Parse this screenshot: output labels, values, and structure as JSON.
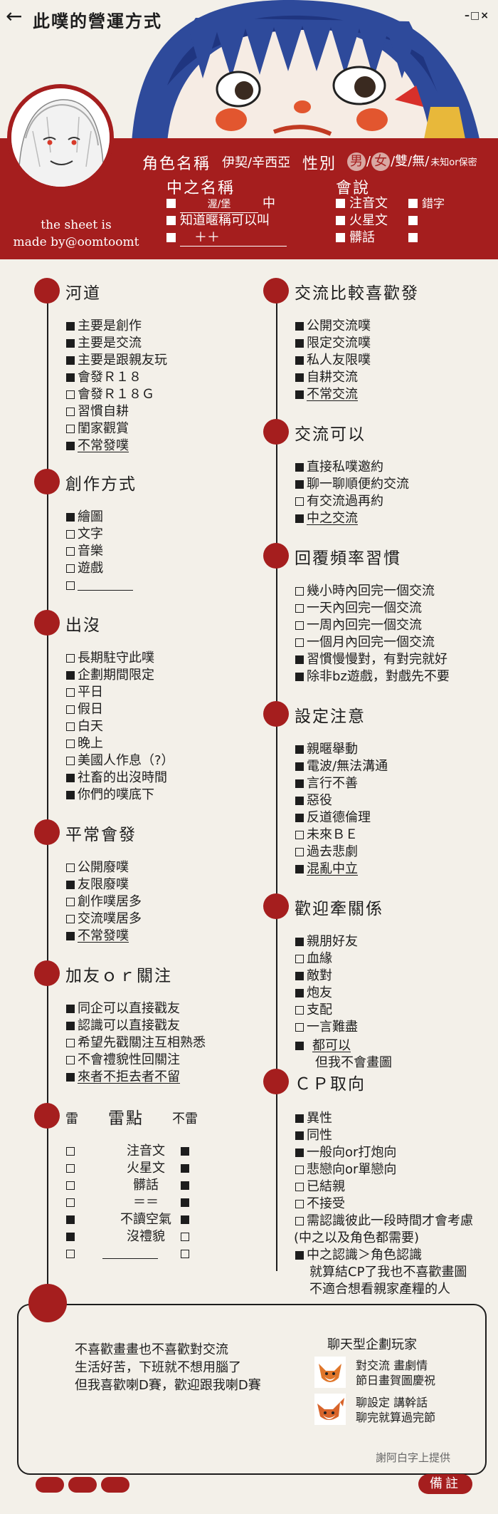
{
  "header": {
    "back": "←",
    "title": "此噗的營運方式",
    "window_controls": "–□×"
  },
  "profile": {
    "credit_line1": "the sheet is",
    "credit_line2": "made by@oomtoomt",
    "role_label": "角色名稱",
    "role_value": "伊契/辛西亞",
    "gender_label": "性別",
    "gender_options": [
      "男",
      "/",
      "女",
      "/雙/無/"
    ],
    "gender_small": "未知or保密",
    "zhong_label": "中之名稱",
    "zhong_name_value": "渥/堡",
    "zhong_suffix": "中",
    "zhong_nick": "知道暱稱可以叫",
    "zhong_plus": "＋＋",
    "speaks_label": "會說",
    "speaks": [
      "注音文",
      "火星文",
      "髒話"
    ],
    "typo_label": "錯字"
  },
  "sections": {
    "hedao": {
      "title": "河道",
      "items": [
        "主要是創作",
        "主要是交流",
        "主要是跟親友玩",
        "會發Ｒ１８",
        "會發Ｒ１８Ｇ",
        "習慣自耕",
        "閨家觀賞",
        "不常發噗"
      ]
    },
    "create": {
      "title": "創作方式",
      "items": [
        "繪圖",
        "文字",
        "音樂",
        "遊戲"
      ]
    },
    "appear": {
      "title": "出沒",
      "items": [
        "長期駐守此噗",
        "企劃期間限定",
        "平日",
        "假日",
        "白天",
        "晚上",
        "美國人作息（?）",
        "社畜的出沒時間",
        "你們的噗底下"
      ]
    },
    "post": {
      "title": "平常會發",
      "items": [
        "公開廢噗",
        "友限廢噗",
        "創作噗居多",
        "交流噗居多",
        "不常發噗"
      ]
    },
    "friend": {
      "title": "加友ｏｒ關注",
      "items": [
        "同企可以直接戳友",
        "認識可以直接戳友",
        "希望先戳關注互相熟悉",
        "不會禮貌性回關注",
        "來者不拒去者不留"
      ]
    },
    "lei": {
      "title": "雷點",
      "left": "雷",
      "right": "不雷",
      "items": [
        "注音文",
        "火星文",
        "髒話",
        "＝＝",
        "不讀空氣",
        "沒禮貌"
      ]
    },
    "preferred": {
      "title": "交流比較喜歡發",
      "items": [
        "公開交流噗",
        "限定交流噗",
        "私人友限噗",
        "自耕交流",
        "不常交流"
      ]
    },
    "canexchange": {
      "title": "交流可以",
      "items": [
        "直接私噗邀約",
        "聊一聊順便約交流",
        "有交流過再約",
        "中之交流"
      ]
    },
    "reply": {
      "title": "回覆頻率習慣",
      "items": [
        "幾小時內回完一個交流",
        "一天內回完一個交流",
        "一周內回完一個交流",
        "一個月內回完一個交流",
        "習慣慢慢對，有對完就好",
        "除非bz遊戲，對戲先不要"
      ]
    },
    "setting": {
      "title": "設定注意",
      "items": [
        "親暱舉動",
        "電波/無法溝通",
        "言行不善",
        "惡役",
        "反道德倫理",
        "未來ＢＥ",
        "過去悲劇",
        "混亂中立"
      ]
    },
    "relation": {
      "title": "歡迎牽關係",
      "items": [
        "親朋好友",
        "血緣",
        "敵對",
        "炮友",
        "支配",
        "一言難盡",
        "都可以",
        "但我不會畫圖"
      ]
    },
    "cp": {
      "title": "ＣＰ取向",
      "items": [
        "異性",
        "同性",
        "一般向or打炮向",
        "悲戀向or單戀向",
        "已結親",
        "不接受",
        "需認識彼此一段時間才會考慮",
        "(中之以及角色都需要)",
        "中之認識＞角色認識",
        "就算結CP了我也不喜歡畫圖",
        "不適合想看親家產糧的人"
      ]
    }
  },
  "note": {
    "lines": [
      "不喜歡畫畫也不喜歡對交流",
      "生活好苦，下班就不想用腦了",
      "但我喜歡喇D賽，歡迎跟我喇D賽"
    ],
    "player_type": "聊天型企劃玩家",
    "fox1": [
      "對交流  畫劇情",
      "節日畫賀圖慶祝"
    ],
    "fox2": [
      "聊設定  講幹話",
      "聊完就算過完節"
    ],
    "thanks": "謝阿白字上提供"
  },
  "footer": {
    "memo": "備註"
  },
  "colors": {
    "accent": "#a51e1e",
    "background": "#f3f0e9"
  }
}
